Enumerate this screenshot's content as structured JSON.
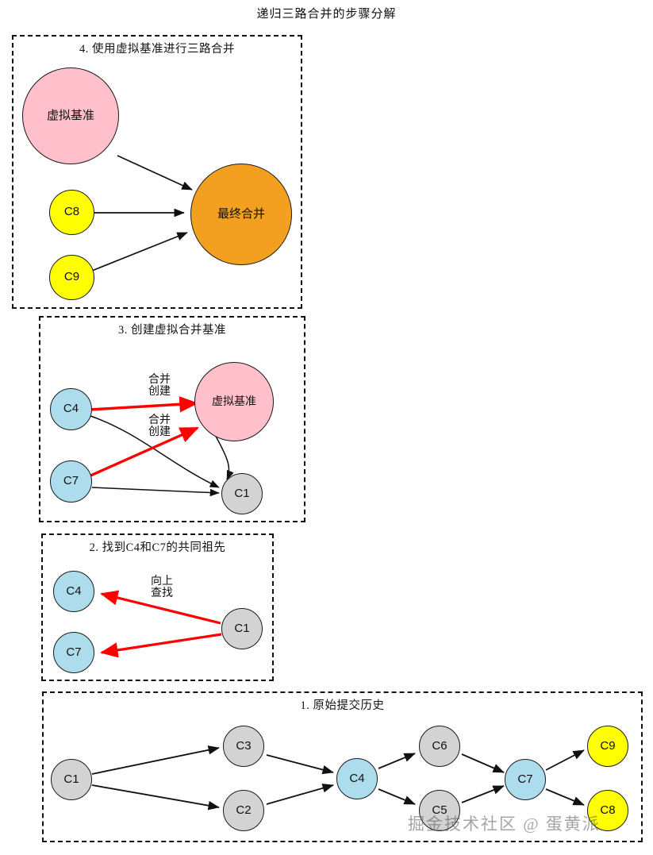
{
  "title": "递归三路合并的步骤分解",
  "watermark": "掘金技术社区 @ 蛋黄派",
  "colors": {
    "gray": "#d3d3d3",
    "blue": "#addded",
    "yellow": "#ffff00",
    "pink": "#ffc0cb",
    "orange": "#f3a020",
    "arrow_black": "#111111",
    "arrow_red": "#ff0000",
    "border": "#1a1a1a"
  },
  "panels": [
    {
      "id": "panel-4",
      "title": "4. 使用虚拟基准进行三路合并",
      "nodes": [
        {
          "label": "虚拟基准",
          "color": "pink"
        },
        {
          "label": "C8",
          "color": "yellow"
        },
        {
          "label": "C9",
          "color": "yellow"
        },
        {
          "label": "最终合并",
          "color": "orange"
        }
      ],
      "edges": [
        {
          "from": "虚拟基准",
          "to": "最终合并",
          "color": "black"
        },
        {
          "from": "C8",
          "to": "最终合并",
          "color": "black"
        },
        {
          "from": "C9",
          "to": "最终合并",
          "color": "black"
        }
      ]
    },
    {
      "id": "panel-3",
      "title": "3. 创建虚拟合并基准",
      "nodes": [
        {
          "label": "C4",
          "color": "blue"
        },
        {
          "label": "C7",
          "color": "blue"
        },
        {
          "label": "虚拟基准",
          "color": "pink"
        },
        {
          "label": "C1",
          "color": "gray"
        }
      ],
      "edges": [
        {
          "from": "C4",
          "to": "虚拟基准",
          "color": "red",
          "label": "合并\n创建"
        },
        {
          "from": "C7",
          "to": "虚拟基准",
          "color": "red",
          "label": "合并\n创建"
        },
        {
          "from": "C4",
          "to": "C1",
          "color": "black"
        },
        {
          "from": "C7",
          "to": "C1",
          "color": "black"
        },
        {
          "from": "虚拟基准",
          "to": "C1",
          "color": "black"
        }
      ],
      "labels": [
        "合并\n创建",
        "合并\n创建"
      ]
    },
    {
      "id": "panel-2",
      "title": "2. 找到C4和C7的共同祖先",
      "nodes": [
        {
          "label": "C4",
          "color": "blue"
        },
        {
          "label": "C7",
          "color": "blue"
        },
        {
          "label": "C1",
          "color": "gray"
        }
      ],
      "edges": [
        {
          "from": "C1",
          "to": "C4",
          "color": "red",
          "label": "向上\n查找"
        },
        {
          "from": "C1",
          "to": "C7",
          "color": "red"
        }
      ],
      "labels": [
        "向上\n查找"
      ]
    },
    {
      "id": "panel-1",
      "title": "1. 原始提交历史",
      "nodes": [
        {
          "label": "C1",
          "color": "gray"
        },
        {
          "label": "C3",
          "color": "gray"
        },
        {
          "label": "C2",
          "color": "gray"
        },
        {
          "label": "C4",
          "color": "blue"
        },
        {
          "label": "C6",
          "color": "gray"
        },
        {
          "label": "C5",
          "color": "gray"
        },
        {
          "label": "C7",
          "color": "blue"
        },
        {
          "label": "C9",
          "color": "yellow"
        },
        {
          "label": "C8",
          "color": "yellow"
        }
      ],
      "edges": [
        {
          "from": "C1",
          "to": "C3",
          "color": "black"
        },
        {
          "from": "C1",
          "to": "C2",
          "color": "black"
        },
        {
          "from": "C3",
          "to": "C4",
          "color": "black"
        },
        {
          "from": "C2",
          "to": "C4",
          "color": "black"
        },
        {
          "from": "C4",
          "to": "C6",
          "color": "black"
        },
        {
          "from": "C4",
          "to": "C5",
          "color": "black"
        },
        {
          "from": "C6",
          "to": "C7",
          "color": "black"
        },
        {
          "from": "C5",
          "to": "C7",
          "color": "black"
        },
        {
          "from": "C7",
          "to": "C9",
          "color": "black"
        },
        {
          "from": "C7",
          "to": "C8",
          "color": "black"
        }
      ]
    }
  ]
}
